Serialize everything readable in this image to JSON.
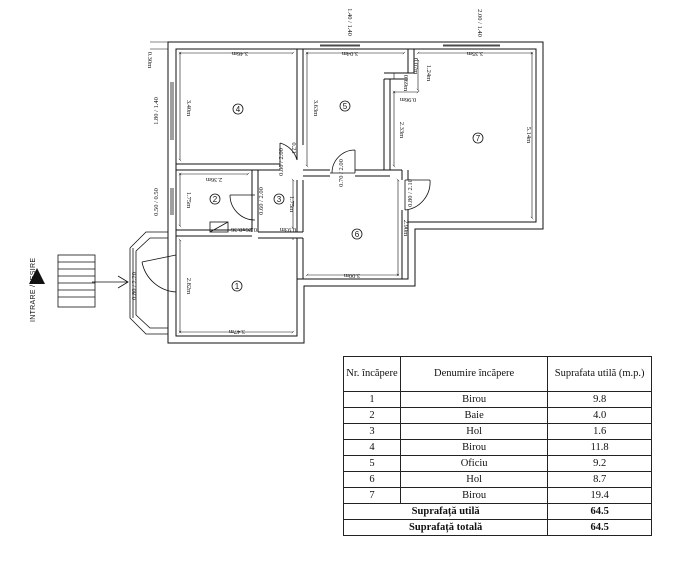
{
  "entrance_label": "INTRARE / IEȘIRE",
  "rooms": [
    {
      "number": "1"
    },
    {
      "number": "2"
    },
    {
      "number": "3"
    },
    {
      "number": "4"
    },
    {
      "number": "5"
    },
    {
      "number": "6"
    },
    {
      "number": "7"
    }
  ],
  "dimensions": {
    "r4_top": "3.46m",
    "r4_left": "3.40m",
    "r5_top": "3.04m",
    "r5_left": "3.63m",
    "r7_top": "3.35m",
    "r7_right": "5.14m",
    "r7_left": "2.33m",
    "r2_top": "2.36m",
    "r2_left": "1.75m",
    "r3_left": "1.75m",
    "r6_bottom": "3.00m",
    "r6_right": "2.90m",
    "r1_bottom": "3.47m",
    "r1_left": "2.82m",
    "ext_left": "0.30m",
    "n069": "0.69m",
    "n007": "0.07m",
    "n124": "1.24m",
    "n096": "0.96m",
    "n093": "0.93m",
    "n0_21": "0.21",
    "nshaft": "0.26x0.36"
  },
  "openings": {
    "win_r5": "1.40 / 1.40",
    "win_r7": "2.00 / 1.40",
    "win_r4": "1.80 / 1.40",
    "win_r2": "0.50 / 0.50",
    "door_r3": "0.80 / 2.00",
    "door_r5": "0.70 / 2.00",
    "door_r7": "0.80 / 2.10",
    "door_r2": "0.60 / 2.00",
    "door_entry": "0.80 / 2.20"
  },
  "table": {
    "header": {
      "number": "Nr. încăpere",
      "name": "Denumire încăpere",
      "area": "Suprafata utilă (m.p.)"
    },
    "rows": [
      {
        "nr": "1",
        "name": "Birou",
        "area": "9.8"
      },
      {
        "nr": "2",
        "name": "Baie",
        "area": "4.0"
      },
      {
        "nr": "3",
        "name": "Hol",
        "area": "1.6"
      },
      {
        "nr": "4",
        "name": "Birou",
        "area": "11.8"
      },
      {
        "nr": "5",
        "name": "Oficiu",
        "area": "9.2"
      },
      {
        "nr": "6",
        "name": "Hol",
        "area": "8.7"
      },
      {
        "nr": "7",
        "name": "Birou",
        "area": "19.4"
      }
    ],
    "useful_label": "Suprafață utilă",
    "useful_value": "64.5",
    "total_label": "Suprafață totală",
    "total_value": "64.5"
  }
}
